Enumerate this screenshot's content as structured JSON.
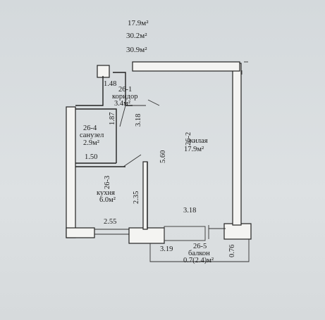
{
  "header_areas": [
    "17.9м²",
    "30.2м²",
    "30.9м²"
  ],
  "rooms": {
    "corridor": {
      "number": "26-1",
      "name": "коридор",
      "area": "3.4м²"
    },
    "bathroom": {
      "number": "26-4",
      "name": "санузел",
      "area": "2.9м²"
    },
    "living": {
      "number": "26-2",
      "name": "жилая",
      "area": "17.9м²"
    },
    "kitchen": {
      "number": "26-3",
      "name": "кухня",
      "area": "6.0м²"
    },
    "balcony": {
      "number": "26-5",
      "name": "балкон",
      "area": "0.7(2.4)м²"
    }
  },
  "dimensions": {
    "d148": "1.48",
    "d187": "1.87",
    "d318v": "3.18",
    "d560": "5.60",
    "d150": "1.50",
    "d235": "2.35",
    "d255": "2.55",
    "d318h": "3.18",
    "d319": "3.19",
    "d076": "0.76"
  }
}
